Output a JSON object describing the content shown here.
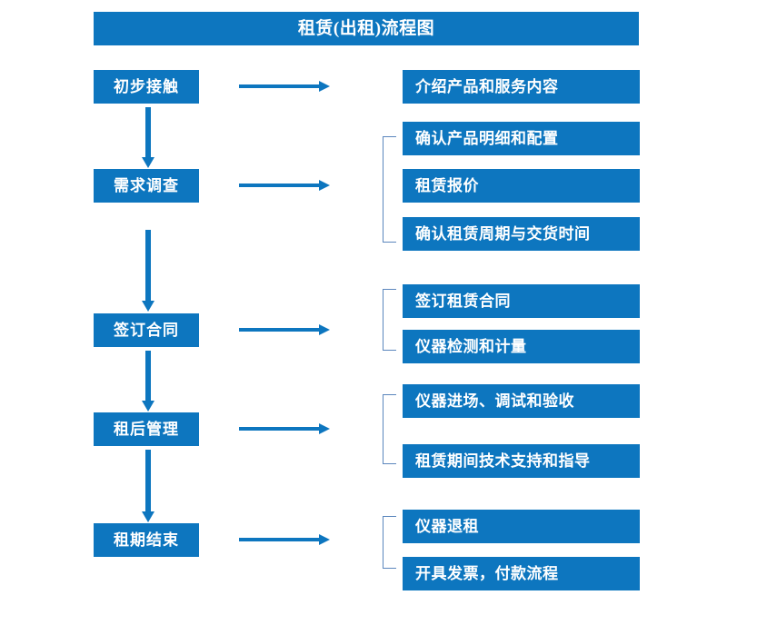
{
  "diagram": {
    "title": "租赁(出租)流程图",
    "colors": {
      "box_blue": "#0d76bf",
      "arrow_blue": "#0d76bf",
      "bracket_blue": "#5b86bd",
      "text_white": "#ffffff",
      "background": "#ffffff"
    },
    "stages": [
      {
        "id": "stage-1",
        "label": "初步接触"
      },
      {
        "id": "stage-2",
        "label": "需求调查"
      },
      {
        "id": "stage-3",
        "label": "签订合同"
      },
      {
        "id": "stage-4",
        "label": "租后管理"
      },
      {
        "id": "stage-5",
        "label": "租期结束"
      }
    ],
    "details": [
      {
        "id": "detail-1",
        "label": "介绍产品和服务内容",
        "stage": "初步接触"
      },
      {
        "id": "detail-2",
        "label": "确认产品明细和配置",
        "stage": "需求调查"
      },
      {
        "id": "detail-3",
        "label": "租赁报价",
        "stage": "需求调查"
      },
      {
        "id": "detail-4",
        "label": "确认租赁周期与交货时间",
        "stage": "需求调查"
      },
      {
        "id": "detail-5",
        "label": "签订租赁合同",
        "stage": "签订合同"
      },
      {
        "id": "detail-6",
        "label": "仪器检测和计量",
        "stage": "签订合同"
      },
      {
        "id": "detail-7",
        "label": "仪器进场、调试和验收",
        "stage": "租后管理"
      },
      {
        "id": "detail-8",
        "label": "租赁期间技术支持和指导",
        "stage": "租后管理"
      },
      {
        "id": "detail-9",
        "label": "仪器退租",
        "stage": "租期结束"
      },
      {
        "id": "detail-10",
        "label": "开具发票，付款流程",
        "stage": "租期结束"
      }
    ],
    "connectors": {
      "horizontal_arrow_count": 5,
      "vertical_arrow_count": 4,
      "bracket_count": 4
    }
  }
}
